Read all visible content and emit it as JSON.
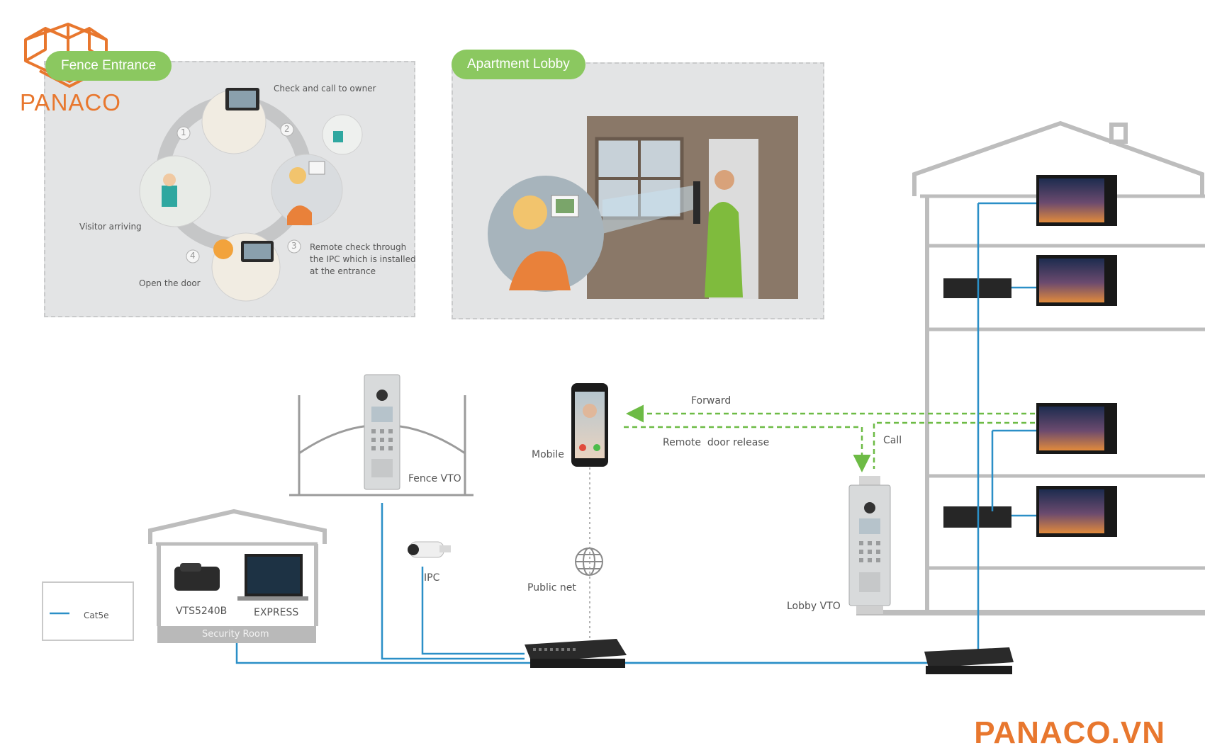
{
  "brand": {
    "logo_text": "PANACO",
    "site_text": "PANACO.VN",
    "accent_color": "#e8772e"
  },
  "panels": {
    "fence_entrance": {
      "title": "Fence Entrance",
      "steps": {
        "check_call": "Check and call to owner",
        "visitor_arriving": "Visitor arriving",
        "remote_check_lines": [
          "Remote check through",
          "the IPC which is installed",
          "at the entrance"
        ],
        "open_door": "Open the door"
      },
      "step_numbers": [
        "1",
        "2",
        "3",
        "4"
      ]
    },
    "apartment_lobby": {
      "title": "Apartment Lobby"
    }
  },
  "devices": {
    "fence_vto": "Fence VTO",
    "mobile": "Mobile",
    "ipc": "IPC",
    "public_net": "Public net",
    "lobby_vto": "Lobby VTO",
    "vts": "VTS5240B",
    "express": "EXPRESS",
    "security_room": "Security Room"
  },
  "flows": {
    "forward": "Forward",
    "remote_door_release": "Remote  door release",
    "call": "Call"
  },
  "legend": {
    "cable_label": "Cat5e",
    "cable_color": "#2b8fc7"
  },
  "colors": {
    "tag_green": "#8bc860",
    "flow_green": "#6dbb45",
    "panel_gray": "#e3e4e5",
    "building_line": "#bdbdbd"
  }
}
